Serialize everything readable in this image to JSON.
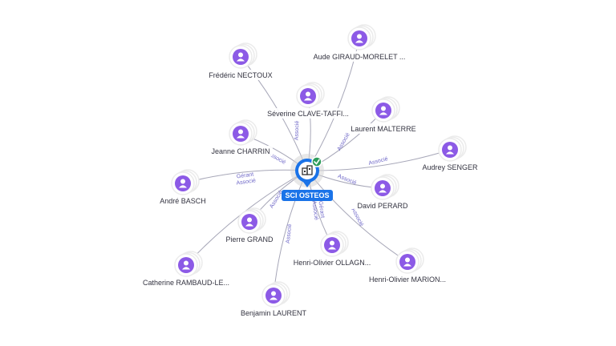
{
  "center": {
    "label": "SCI OSTEOS",
    "icon": "building-icon",
    "badge_icon": "check-icon",
    "color": "#1a73e8",
    "badge_color": "#2e9d5b"
  },
  "colors": {
    "person": "#8c5ae6",
    "stack": "#ebebeb",
    "edge": "#a7a7b8",
    "edge_label": "#6f68c8"
  },
  "people": [
    {
      "id": "frederic",
      "label": "Frédéric NECTOUX",
      "relation": ""
    },
    {
      "id": "aude",
      "label": "Aude GIRAUD-MORELET ...",
      "relation": ""
    },
    {
      "id": "severine",
      "label": "Séverine CLAVE-TAFFI...",
      "relation": "Associé"
    },
    {
      "id": "laurent",
      "label": "Laurent MALTERRE",
      "relation": "Associé"
    },
    {
      "id": "jeanne",
      "label": "Jeanne CHARRIN",
      "relation": "Associé"
    },
    {
      "id": "audrey",
      "label": "Audrey SENGER",
      "relation": "Associé"
    },
    {
      "id": "andre",
      "label": "André BASCH",
      "relation": "Gérant Associé"
    },
    {
      "id": "david",
      "label": "David PERARD",
      "relation": "Associé"
    },
    {
      "id": "pierre",
      "label": "Pierre GRAND",
      "relation": "Associé"
    },
    {
      "id": "catherine",
      "label": "Catherine RAMBAUD-LE...",
      "relation": ""
    },
    {
      "id": "henri1",
      "label": "Henri-Olivier OLLAGN...",
      "relation": "Gérant Associé"
    },
    {
      "id": "henri2",
      "label": "Henri-Olivier MARION...",
      "relation": "Associé"
    },
    {
      "id": "benjamin",
      "label": "Benjamin LAURENT",
      "relation": "Associé"
    }
  ]
}
